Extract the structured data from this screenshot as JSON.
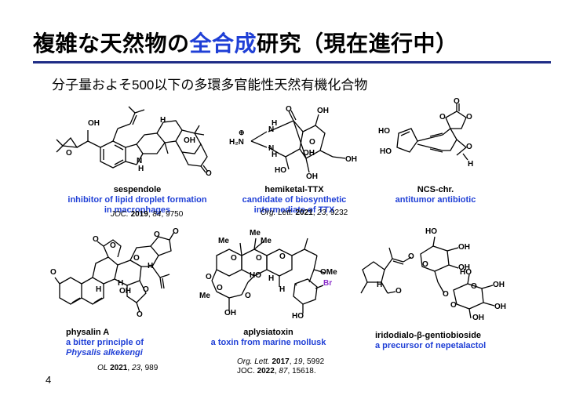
{
  "title": {
    "part1": "複雑な天然物の",
    "highlight": "全合成",
    "part2": "研究（現在進行中）"
  },
  "subtitle": "分子量およそ500以下の多環多官能性天然有機化合物",
  "page_number": "4",
  "compounds": [
    {
      "name": "sespendole",
      "description": [
        "inhibitor of lipid droplet formation",
        "in macrophages"
      ],
      "reference": {
        "journal": "JOC.",
        "year": "2019",
        "volume": "84",
        "pages": "9750"
      }
    },
    {
      "name": "hemiketal-TTX",
      "description": [
        "candidate of biosynthetic",
        "intermediate of TTX"
      ],
      "reference": {
        "journal": "Org. Lett.",
        "year": "2021",
        "volume": "23",
        "pages": "9232"
      }
    },
    {
      "name": "NCS-chr.",
      "description": [
        "antitumor antibiotic"
      ]
    },
    {
      "name": "physalin A",
      "description": [
        "a bitter principle of",
        "Physalis alkekengi"
      ],
      "reference": {
        "journal": "OL",
        "year": "2021",
        "volume": "23",
        "pages": "989"
      }
    },
    {
      "name": "aplysiatoxin",
      "description": [
        "a toxin from marine mollusk"
      ],
      "references": [
        {
          "journal": "Org. Lett.",
          "year": "2017",
          "volume": "19",
          "pages": "5992"
        },
        {
          "journal": "JOC.",
          "year": "2022",
          "volume": "87",
          "pages": "15618."
        }
      ]
    },
    {
      "name": "iridodialo-β-gentiobioside",
      "description": [
        "a precursor of nepetalactol"
      ]
    }
  ],
  "atom_labels": {
    "sespendole": [
      "OH",
      "O",
      "H",
      "OH",
      "N",
      "H",
      "O"
    ],
    "ttx": [
      "⊕",
      "H₂N",
      "N",
      "N",
      "H",
      "H",
      "O",
      "OH",
      "O",
      "OH",
      "HO",
      "OH",
      "OH"
    ],
    "ncs": [
      "O",
      "O",
      "O",
      "HO",
      "HO",
      "O",
      "H"
    ],
    "physalin": [
      "O",
      "O",
      "O",
      "O",
      "O",
      "H",
      "H",
      "OH",
      "H",
      "O",
      "O",
      "O"
    ],
    "aplysiatoxin": [
      "Me",
      "Me",
      "Me",
      "O",
      "O",
      "O",
      "HO",
      "H",
      "OMe",
      "O",
      "O",
      "O",
      "Me",
      "H",
      "Br",
      "OH",
      "HO"
    ],
    "gentiobioside": [
      "O",
      "HO",
      "O",
      "OH",
      "H",
      "O",
      "OH",
      "O",
      "HO",
      "OH",
      "O",
      "O",
      "OH",
      "OH"
    ]
  },
  "colors": {
    "accent_blue": "#1f3fd6",
    "rule_navy": "#1f2d86",
    "bromine": "#8b2fc9"
  }
}
